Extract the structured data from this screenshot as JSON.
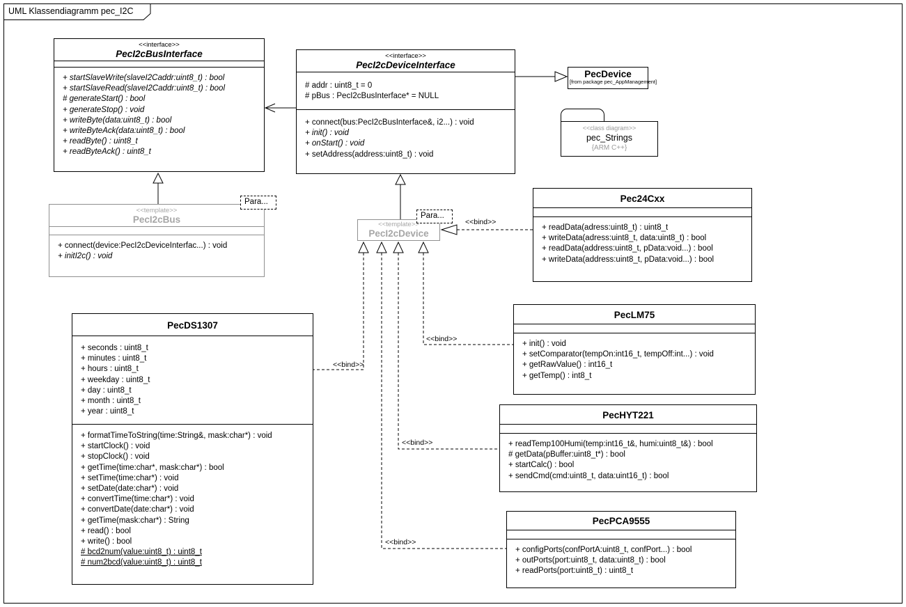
{
  "frame": {
    "title": "UML Klassendiagramm pec_I2C"
  },
  "labels": {
    "bind": "<<bind>>",
    "param": "Para..."
  },
  "colors": {
    "line": "#000000",
    "template_gray": "#a6a6a6",
    "template_border": "#8f8f8f",
    "background": "#ffffff"
  },
  "classes": {
    "bus_interface": {
      "stereotype": "<<interface>>",
      "name": "PecI2cBusInterface",
      "attributes": [],
      "operations": [
        {
          "t": "+ startSlaveWrite(slaveI2Caddr:uint8_t) : bool",
          "i": true
        },
        {
          "t": "+ startSlaveRead(slaveI2Caddr:uint8_t) : bool",
          "i": true
        },
        {
          "t": "# generateStart() : bool",
          "i": true
        },
        {
          "t": "+ generateStop() : void",
          "i": true
        },
        {
          "t": "+ writeByte(data:uint8_t) : bool",
          "i": true
        },
        {
          "t": "+ writeByteAck(data:uint8_t) : bool",
          "i": true
        },
        {
          "t": "+ readByte() : uint8_t",
          "i": true
        },
        {
          "t": "+ readByteAck() : uint8_t",
          "i": true
        }
      ]
    },
    "device_interface": {
      "stereotype": "<<interface>>",
      "name": "PecI2cDeviceInterface",
      "attributes": [
        {
          "t": "# addr : uint8_t = 0"
        },
        {
          "t": "# pBus : PecI2cBusInterface* = NULL"
        }
      ],
      "operations": [
        {
          "t": "+ connect(bus:PecI2cBusInterface&, i2...) : void"
        },
        {
          "t": "+ init() : void",
          "i": true
        },
        {
          "t": "+ onStart() : void",
          "i": true
        },
        {
          "t": "+ setAddress(address:uint8_t) : void"
        }
      ]
    },
    "pec_device": {
      "name": "PecDevice",
      "note": "[from package pec_AppManagement]"
    },
    "i2c_bus": {
      "stereotype": "<<template>>",
      "name": "PecI2cBus",
      "attributes": [],
      "operations": [
        {
          "t": "+ connect(device:PecI2cDeviceInterfac...) : void"
        },
        {
          "t": "+ initI2c() : void",
          "i": true
        }
      ]
    },
    "i2c_device": {
      "stereotype": "<<template>>",
      "name": "PecI2cDevice"
    },
    "pec24cxx": {
      "name": "Pec24Cxx",
      "attributes": [],
      "operations": [
        {
          "t": "+ readData(adress:uint8_t) : uint8_t"
        },
        {
          "t": "+ writeData(adress:uint8_t, data:uint8_t) : bool"
        },
        {
          "t": "+ readData(address:uint8_t, pData:void...) : bool"
        },
        {
          "t": "+ writeData(address:uint8_t, pData:void...) : bool"
        }
      ]
    },
    "lm75": {
      "name": "PecLM75",
      "attributes": [],
      "operations": [
        {
          "t": "+ init() : void"
        },
        {
          "t": "+ setComparator(tempOn:int16_t, tempOff:int...) : void"
        },
        {
          "t": "+ getRawValue() : int16_t"
        },
        {
          "t": "+ getTemp() : int8_t"
        }
      ]
    },
    "hyt221": {
      "name": "PecHYT221",
      "attributes": [],
      "operations": [
        {
          "t": "+ readTemp100Humi(temp:int16_t&, humi:uint8_t&) : bool"
        },
        {
          "t": "# getData(pBuffer:uint8_t*) : bool"
        },
        {
          "t": "+ startCalc() : bool"
        },
        {
          "t": "+ sendCmd(cmd:uint8_t, data:uint16_t) : bool"
        }
      ]
    },
    "pca9555": {
      "name": "PecPCA9555",
      "attributes": [],
      "operations": [
        {
          "t": "+ configPorts(confPortA:uint8_t, confPort...) : bool"
        },
        {
          "t": "+ outPorts(port:uint8_t, data:uint8_t) : bool"
        },
        {
          "t": "+ readPorts(port:uint8_t) : uint8_t"
        }
      ]
    },
    "ds1307": {
      "name": "PecDS1307",
      "attributes": [
        {
          "t": "+ seconds : uint8_t"
        },
        {
          "t": "+ minutes : uint8_t"
        },
        {
          "t": "+ hours : uint8_t"
        },
        {
          "t": "+ weekday : uint8_t"
        },
        {
          "t": "+ day : uint8_t"
        },
        {
          "t": "+ month : uint8_t"
        },
        {
          "t": "+ year : uint8_t"
        }
      ],
      "operations": [
        {
          "t": "+ formatTimeToString(time:String&, mask:char*) : void"
        },
        {
          "t": "+ startClock() : void"
        },
        {
          "t": "+ stopClock() : void"
        },
        {
          "t": "+ getTime(time:char*, mask:char*) : bool"
        },
        {
          "t": "+ setTime(time:char*) : void"
        },
        {
          "t": "+ setDate(date:char*) : void"
        },
        {
          "t": "+ convertTime(time:char*) : void"
        },
        {
          "t": "+ convertDate(date:char*) : void"
        },
        {
          "t": "+ getTime(mask:char*) : String"
        },
        {
          "t": "+ read() : bool"
        },
        {
          "t": "+ write() : bool"
        },
        {
          "t": "# bcd2num(value:uint8_t) : uint8_t",
          "u": true
        },
        {
          "t": "# num2bcd(value:uint8_t) : uint8_t",
          "u": true
        }
      ]
    }
  },
  "package": {
    "stereotype": "<<class diagram>>",
    "name": "pec_Strings",
    "tag": "{ARM C++}"
  }
}
